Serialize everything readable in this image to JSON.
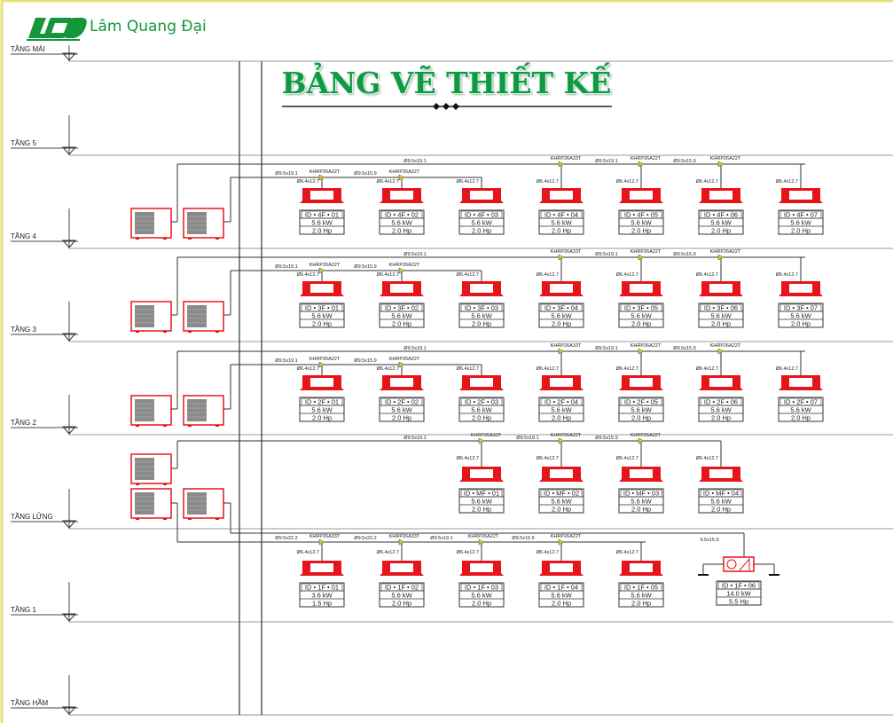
{
  "brand": {
    "name": "Lâm Quang Đại",
    "logo_mark": "LQĐ",
    "color": "#14973b"
  },
  "title": "BẢNG VẼ THIẾT KẾ",
  "levels": [
    "TẦNG MÁI",
    "TẦNG 5",
    "TẦNG 4",
    "TẦNG 3",
    "TẦNG 2",
    "TẦNG LỬNG",
    "TẦNG 1",
    "TẦNG HẦM"
  ],
  "branch_label": "Ø6.4x12.7",
  "colors": {
    "unit": "#e8141c",
    "line": "#333333",
    "joint": "#d8d020",
    "frame": "#e6e27a"
  },
  "systems": [
    {
      "floor": "4F",
      "pipe_labels": [
        "Ø9.5x19.1",
        "Ø9.5x19.1",
        "KHRP26A22T",
        "Ø9.5x15.9",
        "KHRP26A22T",
        "KHRP26A33T",
        "Ø9.5x19.1",
        "KHRP26A22T",
        "Ø9.5x15.9",
        "KHRP26A22T"
      ],
      "units": [
        {
          "id": "ID • 4F • 01",
          "kw": "5.6 kW",
          "hp": "2.0 Hp"
        },
        {
          "id": "ID • 4F • 02",
          "kw": "5.6 kW",
          "hp": "2.0 Hp"
        },
        {
          "id": "ID • 4F • 03",
          "kw": "5.6 kW",
          "hp": "2.0 Hp"
        },
        {
          "id": "ID • 4F • 04",
          "kw": "5.6 kW",
          "hp": "2.0 Hp"
        },
        {
          "id": "ID • 4F • 05",
          "kw": "5.6 kW",
          "hp": "2.0 Hp"
        },
        {
          "id": "ID • 4F • 06",
          "kw": "5.6 kW",
          "hp": "2.0 Hp"
        },
        {
          "id": "ID • 4F • 07",
          "kw": "5.6 kW",
          "hp": "2.0 Hp"
        }
      ]
    },
    {
      "floor": "3F",
      "pipe_labels": [
        "Ø9.5x19.1",
        "Ø9.5x19.1",
        "KHRP26A22T",
        "Ø9.5x15.9",
        "KHRP26A22T",
        "KHRP26A33T",
        "Ø9.5x19.1",
        "KHRP26A22T",
        "Ø9.5x15.9",
        "KHRP26A22T"
      ],
      "units": [
        {
          "id": "ID • 3F • 01",
          "kw": "5.6 kW",
          "hp": "2.0 Hp"
        },
        {
          "id": "ID • 3F • 02",
          "kw": "5.6 kW",
          "hp": "2.0 Hp"
        },
        {
          "id": "ID • 3F • 03",
          "kw": "5.6 kW",
          "hp": "2.0 Hp"
        },
        {
          "id": "ID • 3F • 04",
          "kw": "5.6 kW",
          "hp": "2.0 Hp"
        },
        {
          "id": "ID • 3F • 05",
          "kw": "5.6 kW",
          "hp": "2.0 Hp"
        },
        {
          "id": "ID • 3F • 06",
          "kw": "5.6 kW",
          "hp": "2.0 Hp"
        },
        {
          "id": "ID • 3F • 07",
          "kw": "5.6 kW",
          "hp": "2.0 Hp"
        }
      ]
    },
    {
      "floor": "2F",
      "pipe_labels": [
        "Ø9.5x19.1",
        "Ø9.5x19.1",
        "KHRP26A22T",
        "Ø9.5x15.9",
        "KHRP26A22T",
        "KHRP26A33T",
        "Ø9.5x19.1",
        "KHRP26A22T",
        "Ø9.5x15.9",
        "KHRP26A22T"
      ],
      "units": [
        {
          "id": "ID • 2F • 01",
          "kw": "5.6 kW",
          "hp": "2.0 Hp"
        },
        {
          "id": "ID • 2F • 02",
          "kw": "5.6 kW",
          "hp": "2.0 Hp"
        },
        {
          "id": "ID • 2F • 03",
          "kw": "5.6 kW",
          "hp": "2.0 Hp"
        },
        {
          "id": "ID • 2F • 04",
          "kw": "5.6 kW",
          "hp": "2.0 Hp"
        },
        {
          "id": "ID • 2F • 05",
          "kw": "5.6 kW",
          "hp": "2.0 Hp"
        },
        {
          "id": "ID • 2F • 06",
          "kw": "5.6 kW",
          "hp": "2.0 Hp"
        },
        {
          "id": "ID • 2F • 07",
          "kw": "5.6 kW",
          "hp": "2.0 Hp"
        }
      ]
    },
    {
      "floor": "MF",
      "pipe_labels": [
        "Ø9.5x19.1",
        "KHRP26A33T",
        "Ø9.5x19.1",
        "KHRP26A22T",
        "Ø9.5x15.9",
        "KHRP26A22T"
      ],
      "units": [
        {
          "id": "ID • MF • 01",
          "kw": "5.6 kW",
          "hp": "2.0 Hp"
        },
        {
          "id": "ID • MF • 02",
          "kw": "5.6 kW",
          "hp": "2.0 Hp"
        },
        {
          "id": "ID • MF • 03",
          "kw": "5.6 kW",
          "hp": "2.0 Hp"
        },
        {
          "id": "ID • MF • 04",
          "kw": "5.6 kW",
          "hp": "2.0 Hp"
        }
      ]
    },
    {
      "floor": "1F",
      "pipe_labels": [
        "Ø9.5x22.2",
        "KHRP26A33T",
        "Ø9.5x22.2",
        "KHRP26A33T",
        "Ø9.5x19.1",
        "KHRP26A22T",
        "Ø9.5x15.9",
        "KHRP26A22T",
        "9.5x15.9"
      ],
      "units": [
        {
          "id": "ID • 1F • 01",
          "kw": "3.6 kW",
          "hp": "1.5 Hp"
        },
        {
          "id": "ID • 1F • 02",
          "kw": "5.6 kW",
          "hp": "2.0 Hp"
        },
        {
          "id": "ID • 1F • 03",
          "kw": "5.6 kW",
          "hp": "2.0 Hp"
        },
        {
          "id": "ID • 1F • 04",
          "kw": "5.6 kW",
          "hp": "2.0 Hp"
        },
        {
          "id": "ID • 1F • 05",
          "kw": "5.6 kW",
          "hp": "2.0 Hp"
        },
        {
          "id": "ID • 1F • 06",
          "kw": "14.0 kW",
          "hp": "5.5 Hp",
          "type": "ahu"
        }
      ]
    }
  ]
}
